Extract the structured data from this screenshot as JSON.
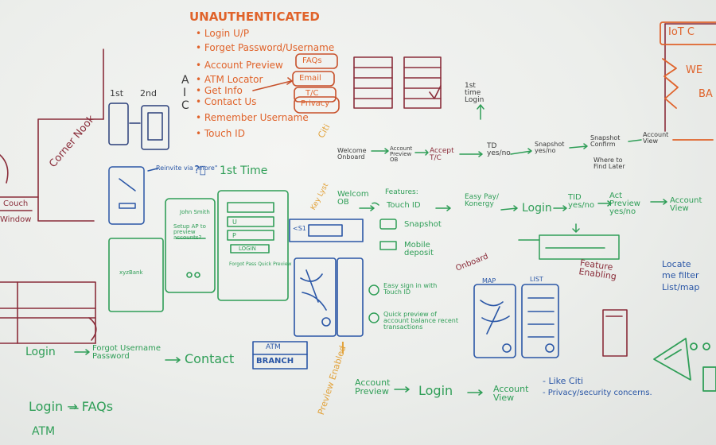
{
  "unauth": {
    "title": "UNAUTHENTICATED",
    "items": [
      "• Login U/P",
      "• Forget Password/Username",
      "• Account Preview",
      "• ATM Locator",
      "• Get Info",
      "• Contact Us",
      "• Remember Username",
      "• Touch ID"
    ],
    "letters": [
      "A",
      "I",
      "C"
    ],
    "chips": [
      "FAQs",
      "Email",
      "T/C",
      "Privacy"
    ]
  },
  "labels": {
    "first": "1st",
    "second": "2nd",
    "corner_nook": "Corner Nook",
    "couch": "Couch",
    "window": "Window",
    "reinvite": "Reinvite via \"more\"",
    "first_time": "1st Time",
    "citi": "Citi",
    "key_lyst": "Key Lyst",
    "first_time_login": "1st time Login",
    "flow1": [
      "Welcome Onboard",
      "Account Preview OB",
      "Accept T/C",
      "TD yes/no",
      "Snapshot yes/no",
      "Snapshot Confirm",
      "Account View"
    ],
    "where_find": "Where to Find Later",
    "welcome_ob": "Welcom OB",
    "features": [
      "Features:",
      "Touch ID",
      "Snapshot",
      "Mobile deposit",
      "Easy sign in with Touch ID",
      "Quick preview of account balance recent transactions"
    ],
    "flow2": [
      "Easy Pay/ Konergy",
      "Login",
      "TID yes/no",
      "Act Preview yes/no",
      "Account View"
    ],
    "feature_enabling": "Feature Enabling",
    "onboard": "Onboard",
    "map": "MAP",
    "list": "LIST",
    "locate": "Locate me filter List/map",
    "login_flow": [
      "Login",
      "Forgot Username Password",
      "Contact"
    ],
    "atm_branch": [
      "ATM",
      "BRANCH"
    ],
    "login_faqs": "Login → FAQs",
    "atm": "ATM",
    "preview_enabled": "Preview Enabled",
    "numeral": "I",
    "acct_flow": [
      "Account Preview",
      "Login",
      "Account View"
    ],
    "like_citi": "- Like Citi",
    "privacy": "- Privacy/security concerns.",
    "iot": "IoT C",
    "b_letters": [
      "WE",
      "BA"
    ],
    "phone_bits": [
      "John Smith",
      "Setup AP to preview accounts?",
      "U",
      "P",
      "LOGIN",
      "Forgot Pass Quick Preview",
      "xyzBank",
      "<S1"
    ]
  },
  "colors": {
    "orange": "#e0632b",
    "green": "#2f9e57",
    "blue": "#2a56a6",
    "yellow": "#e2a23a",
    "maroon": "#8a2d3a"
  }
}
